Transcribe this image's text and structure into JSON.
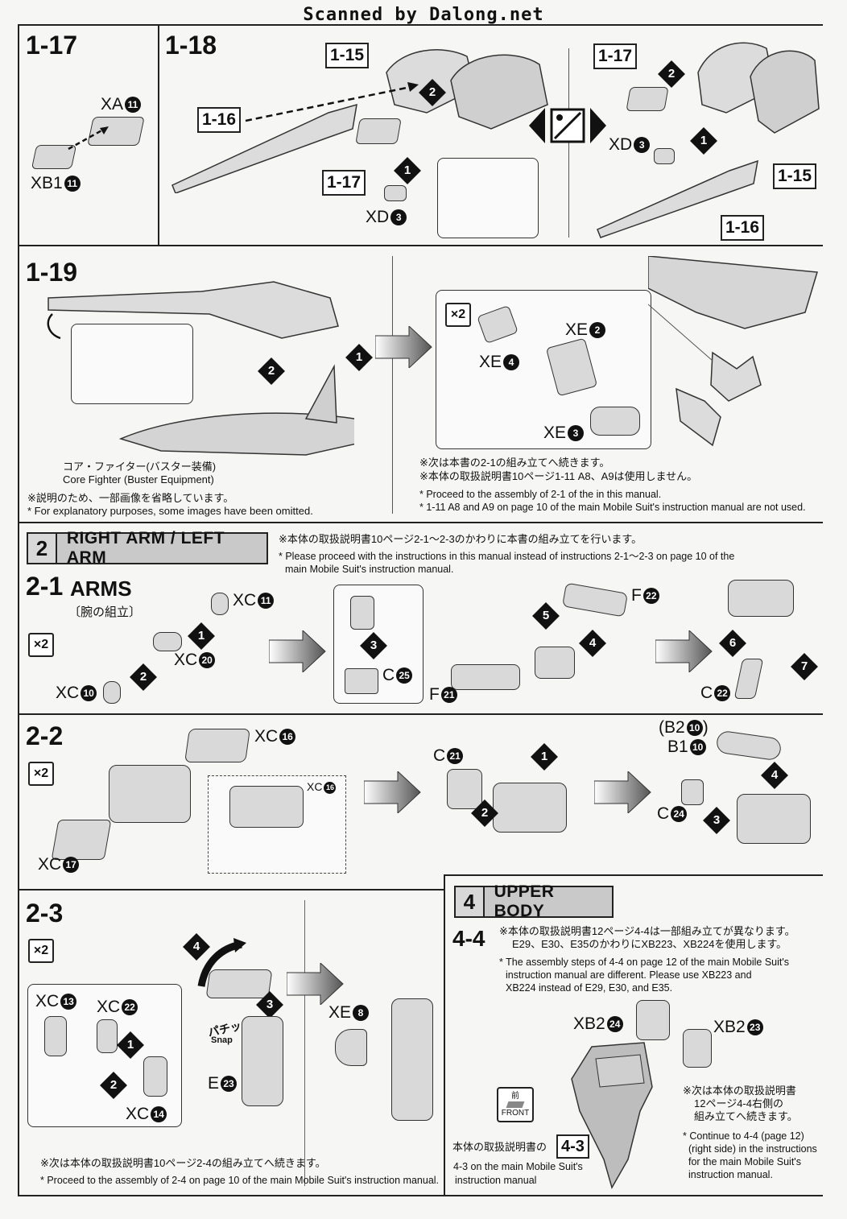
{
  "header": {
    "watermark": "Scanned by Dalong.net"
  },
  "s1_17": {
    "step": "1-17",
    "xa": "XA",
    "xa_n": "11",
    "xb1": "XB1",
    "xb1_n": "11"
  },
  "s1_18": {
    "step": "1-18",
    "ref_15": "1-15",
    "ref_16": "1-16",
    "ref_17": "1-17",
    "xd": "XD",
    "xd_n": "3",
    "alt_ref_17": "1-17",
    "alt_ref_15": "1-15",
    "alt_ref_16": "1-16",
    "alt_xd": "XD",
    "alt_xd_n": "3",
    "b1": "1",
    "b2": "2",
    "alt_b1": "1",
    "alt_b2": "2"
  },
  "s1_19": {
    "step": "1-19",
    "b1": "1",
    "b2": "2",
    "cf_jp": "コア・ファイター(バスター装備)",
    "cf_en": "Core Fighter (Buster Equipment)",
    "omit_jp": "※説明のため、一部画像を省略しています。",
    "omit_en": "* For explanatory purposes, some images have been omitted.",
    "x2": "×2",
    "xe2": "XE",
    "xe2_n": "2",
    "xe4": "XE",
    "xe4_n": "4",
    "xe3": "XE",
    "xe3_n": "3",
    "next_jp1": "※次は本書の2-1の組み立てへ続きます。",
    "next_jp2": "※本体の取扱説明書10ページ1-11 A8、A9は使用しません。",
    "next_en1": "* Proceed to the assembly of 2-1 of the in this manual.",
    "next_en2": "* 1-11 A8 and A9 on page 10 of the main Mobile Suit's instruction manual are not used."
  },
  "sec2": {
    "num": "2",
    "title": "RIGHT ARM / LEFT ARM",
    "note_jp": "※本体の取扱説明書10ページ2-1～2-3のかわりに本書の組み立てを行います。",
    "note_en1": "* Please proceed with the instructions in this manual instead of instructions 2-1～2-3 on page 10 of the",
    "note_en2": "main Mobile Suit's instruction manual."
  },
  "s2_1": {
    "step": "2-1",
    "title": "ARMS",
    "title_jp": "〔腕の組立〕",
    "x2": "×2",
    "xc11": "XC",
    "xc11_n": "11",
    "xc20": "XC",
    "xc20_n": "20",
    "xc10": "XC",
    "xc10_n": "10",
    "c25": "C",
    "c25_n": "25",
    "f21": "F",
    "f21_n": "21",
    "f22": "F",
    "f22_n": "22",
    "c22": "C",
    "c22_n": "22",
    "b1": "1",
    "b2": "2",
    "b3": "3",
    "b4": "4",
    "b5": "5",
    "b6": "6",
    "b7": "7"
  },
  "s2_2": {
    "step": "2-2",
    "x2": "×2",
    "xc16": "XC",
    "xc16_n": "16",
    "xc16_inset": "XC",
    "xc16_inset_n": "16",
    "xc17": "XC",
    "xc17_n": "17",
    "c21": "C",
    "c21_n": "21",
    "b2_10": "(B2",
    "b2_10_n": "10",
    "b2_10_close": ")",
    "b1_10": "B1",
    "b1_10_n": "10",
    "c24": "C",
    "c24_n": "24",
    "b1": "1",
    "b2": "2",
    "b3": "3",
    "b4": "4"
  },
  "s2_3": {
    "step": "2-3",
    "x2": "×2",
    "xc13": "XC",
    "xc13_n": "13",
    "xc22": "XC",
    "xc22_n": "22",
    "xc14": "XC",
    "xc14_n": "14",
    "e23": "E",
    "e23_n": "23",
    "xe8": "XE",
    "xe8_n": "8",
    "snap_jp": "パチッ",
    "snap_en": "Snap",
    "b1": "1",
    "b2": "2",
    "b3": "3",
    "b4": "4",
    "next_jp": "※次は本体の取扱説明書10ページ2-4の組み立てへ続きます。",
    "next_en": "* Proceed to the assembly of 2-4 on page 10 of the main Mobile Suit's instruction manual."
  },
  "sec4": {
    "num": "4",
    "title": "UPPER BODY",
    "step": "4-4",
    "note_jp1": "※本体の取扱説明書12ページ4-4は一部組み立てが異なります。",
    "note_jp2": "E29、E30、E35のかわりにXB223、XB224を使用します。",
    "note_en1": "* The assembly steps of 4-4 on page 12 of the main Mobile Suit's",
    "note_en2": "instruction manual are different. Please use XB223 and",
    "note_en3": "XB224  instead of E29, E30, and E35.",
    "xb2_24": "XB2",
    "xb2_24_n": "24",
    "xb2_23": "XB2",
    "xb2_23_n": "23",
    "front_jp": "前",
    "front_en": "FRONT",
    "ref_jp": "本体の取扱説明書の",
    "ref_step": "4-3",
    "ref_en1": "4-3 on the main Mobile Suit's",
    "ref_en2": "instruction manual",
    "cont_jp1": "※次は本体の取扱説明書",
    "cont_jp2": "12ページ4-4右側の",
    "cont_jp3": "組み立てへ続きます。",
    "cont_en1": "* Continue to 4-4 (page 12)",
    "cont_en2": "(right side) in the instructions",
    "cont_en3": "for the main Mobile Suit's",
    "cont_en4": "instruction manual."
  }
}
